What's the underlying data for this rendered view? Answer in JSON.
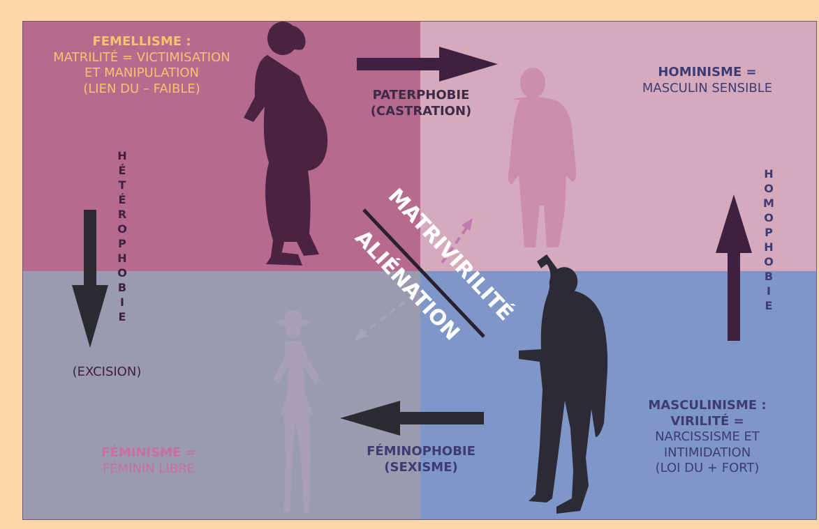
{
  "colors": {
    "background": "#fbd6a9",
    "top_left": "#b56a8e",
    "top_right": "#d6aabd",
    "bottom_left": "#9a9bb0",
    "bottom_right": "#7f97c8",
    "accent_yellow": "#f6c46e",
    "dark_plum": "#4a2340",
    "navy_text": "#3d3b72"
  },
  "quadrants": {
    "femellisme": {
      "title": "FEMELLISME :",
      "lines": [
        "MATRILITÉ = VICTIMISATION",
        "ET MANIPULATION",
        "(LIEN DU – FAIBLE)"
      ],
      "figure": "pregnant-woman-silhouette"
    },
    "hominisme": {
      "title": "HOMINISME =",
      "lines": [
        "MASCULIN SENSIBLE"
      ],
      "figure": "man-silhouette"
    },
    "feminisme": {
      "title": "FÉMINISME =",
      "lines": [
        "FÉMININ LIBRE"
      ],
      "figure": "woman-hat-silhouette"
    },
    "masculinisme": {
      "title": "MASCULINISME :",
      "title2": "VIRILITÉ =",
      "lines": [
        "NARCISSISME ET",
        "INTIMIDATION",
        "(LOI DU + FORT)"
      ],
      "figure": "naked-man-silhouette"
    }
  },
  "arrows": {
    "paterphobie": {
      "label1": "PATERPHOBIE",
      "label2": "(CASTRATION)"
    },
    "feminophobie": {
      "label1": "FÉMINOPHOBIE",
      "label2": "(SEXISME)"
    },
    "heterophobie": {
      "letters": [
        "H",
        "É",
        "T",
        "É",
        "R",
        "O",
        "P",
        "H",
        "O",
        "B",
        "I",
        "E"
      ],
      "label2": "(EXCISION)"
    },
    "homophobie": {
      "letters": [
        "H",
        "O",
        "M",
        "O",
        "P",
        "H",
        "O",
        "B",
        "I",
        "E"
      ]
    }
  },
  "diagonal": {
    "top": "MATRIVIRILITÉ",
    "bottom": "ALIÉNATION"
  }
}
